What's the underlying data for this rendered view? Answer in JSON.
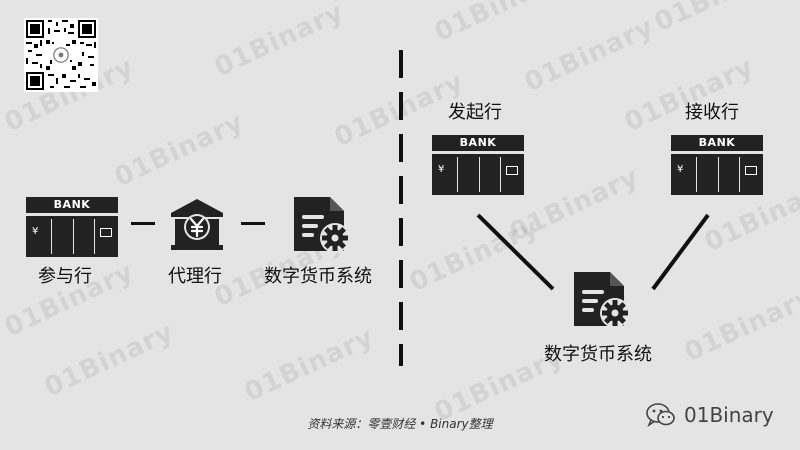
{
  "watermark": "01Binary",
  "left_flow": {
    "participant_bank_sign": "BANK",
    "participant_label": "参与行",
    "agent_label": "代理行",
    "dc_system_label": "数字货币系统"
  },
  "right_flow": {
    "issuer_bank_sign": "BANK",
    "issuer_label": "发起行",
    "receiver_bank_sign": "BANK",
    "receiver_label": "接收行",
    "dc_system_label": "数字货币系统"
  },
  "source_text": "资料来源：零壹财经 • Binary整理",
  "brand": {
    "name": "01Binary"
  },
  "colors": {
    "background": "#e4e4e4",
    "icon": "#222222"
  }
}
